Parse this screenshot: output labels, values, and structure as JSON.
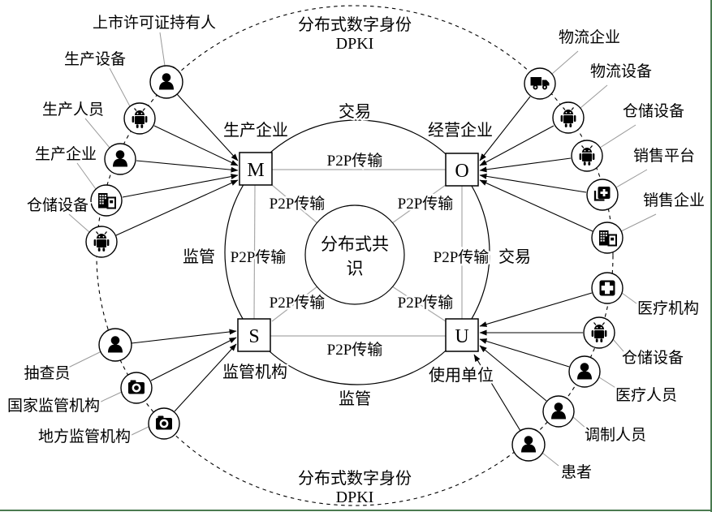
{
  "diagram_title_implied": "分布式数字身份 DPKI",
  "dpki": {
    "top_line1": "分布式数字身份",
    "top_line2": "DPKI",
    "bottom_line1": "分布式数字身份",
    "bottom_line2": "DPKI"
  },
  "consensus": {
    "line1": "分布式共",
    "line2": "识"
  },
  "nodes": {
    "m": {
      "letter": "M",
      "role": "生产企业"
    },
    "o": {
      "letter": "O",
      "role": "经营企业"
    },
    "s": {
      "letter": "S",
      "role": "监管机构"
    },
    "u": {
      "letter": "U",
      "role": "使用单位"
    }
  },
  "relations": {
    "top": "交易",
    "right": "交易",
    "bottom": "监管",
    "left": "监管",
    "p2p": "P2P传输"
  },
  "satellites": [
    {
      "label": "上市许可证持有人",
      "icon": "person-icon"
    },
    {
      "label": "生产设备",
      "icon": "android-robot-icon"
    },
    {
      "label": "生产人员",
      "icon": "person-icon"
    },
    {
      "label": "生产企业",
      "icon": "building-icon"
    },
    {
      "label": "仓储设备",
      "icon": "android-robot-icon"
    },
    {
      "label": "物流企业",
      "icon": "truck-icon"
    },
    {
      "label": "物流设备",
      "icon": "android-robot-icon"
    },
    {
      "label": "仓储设备",
      "icon": "android-robot-icon"
    },
    {
      "label": "销售平台",
      "icon": "library-add-icon"
    },
    {
      "label": "销售企业",
      "icon": "building-icon"
    },
    {
      "label": "医疗机构",
      "icon": "hospital-cross-icon"
    },
    {
      "label": "仓储设备",
      "icon": "android-robot-icon"
    },
    {
      "label": "医疗人员",
      "icon": "person-icon"
    },
    {
      "label": "调制人员",
      "icon": "person-icon"
    },
    {
      "label": "患者",
      "icon": "person-icon"
    },
    {
      "label": "抽查员",
      "icon": "person-icon"
    },
    {
      "label": "国家监管机构",
      "icon": "camera-icon"
    },
    {
      "label": "地方监管机构",
      "icon": "camera-icon"
    }
  ],
  "colors": {
    "ink": "#000000",
    "connector_gray": "#a9a9a9",
    "page_border_green": "#4a7a50",
    "background": "#ffffff"
  }
}
